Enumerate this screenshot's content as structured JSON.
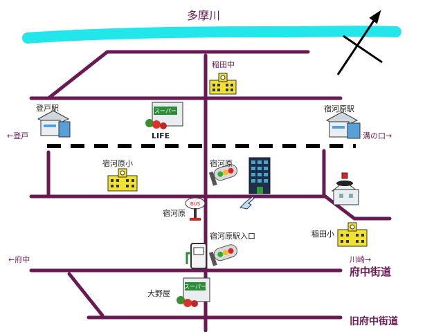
{
  "river": {
    "name": "多摩川",
    "color": "#22e6ea"
  },
  "colors": {
    "road": "#6a1a52",
    "railway": "#000000",
    "text_accent": "#6a1a52"
  },
  "compass": {
    "icon": "north-arrow-icon"
  },
  "stations": {
    "noborito": "登戸駅",
    "shukugawara": "宿河原駅"
  },
  "directions": {
    "to_noborito": "←登戸",
    "to_mizonokuchi": "溝の口→",
    "to_fuchu": "←府中",
    "to_kawasaki": "川崎→"
  },
  "roads": {
    "fuchu_kaido": "府中街道",
    "kyu_fuchu_kaido": "旧府中街道"
  },
  "schools": {
    "inada_junior_high": "稲田中",
    "shukugawara_elementary": "宿河原小",
    "inada_elementary": "稲田小"
  },
  "stores": {
    "life": "LIFE",
    "onoya": "大野屋",
    "supermarket_sign": "スーパー"
  },
  "traffic_signals": {
    "shukugawara": "宿河原",
    "station_entrance": "宿河原駅入口"
  },
  "bus_stop": {
    "name": "宿河原",
    "sign": "BUS"
  },
  "icons": [
    "station-building-icon",
    "supermarket-icon",
    "school-icon",
    "traffic-light-icon",
    "office-building-icon",
    "police-box-icon",
    "bus-stop-icon",
    "gas-pump-icon",
    "pointing-hand-icon"
  ]
}
